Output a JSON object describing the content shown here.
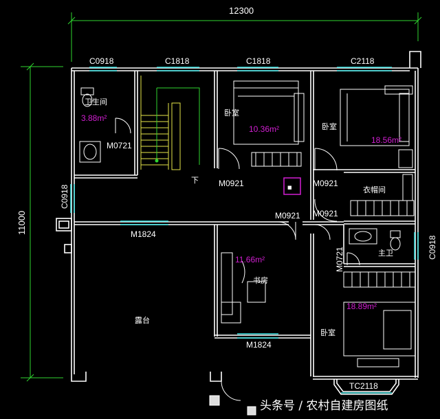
{
  "dimensions": {
    "width": "12300",
    "height": "11000"
  },
  "openings": {
    "c0918_top": "C0918",
    "c1818_a": "C1818",
    "c1818_b": "C1818",
    "c2118": "C2118",
    "c0918_left": "C0918",
    "c0918_right": "C0918",
    "m0721_a": "M0721",
    "m0721_b": "M0721",
    "m0921_a": "M0921",
    "m0921_b": "M0921",
    "m0921_c": "M0921",
    "m0921_d": "M0921",
    "m1824_a": "M1824",
    "m1824_b": "M1824",
    "tc2118": "TC2118"
  },
  "rooms": {
    "bathroom": {
      "name": "卫生间",
      "area": "3.88m²"
    },
    "bedroom_a": {
      "name": "卧室",
      "area": "10.36m²"
    },
    "bedroom_b": {
      "name": "卧室",
      "area": "18.56m²"
    },
    "closet": {
      "name": "衣帽间"
    },
    "master_bath": {
      "name": "主卫"
    },
    "study": {
      "name": "书房",
      "area": "11.66m²"
    },
    "bedroom_c": {
      "name": "卧室",
      "area": "18.89m²"
    },
    "terrace": {
      "name": "露台"
    },
    "stair_down": "下"
  },
  "watermark": "头条号 / 农村自建房图纸",
  "colors": {
    "wall": "#ffffff",
    "window": "#3ee6e6",
    "dimension": "#2fd62f",
    "area_text": "#d21fd2",
    "stair": "#e8e84a",
    "background": "#000000"
  }
}
